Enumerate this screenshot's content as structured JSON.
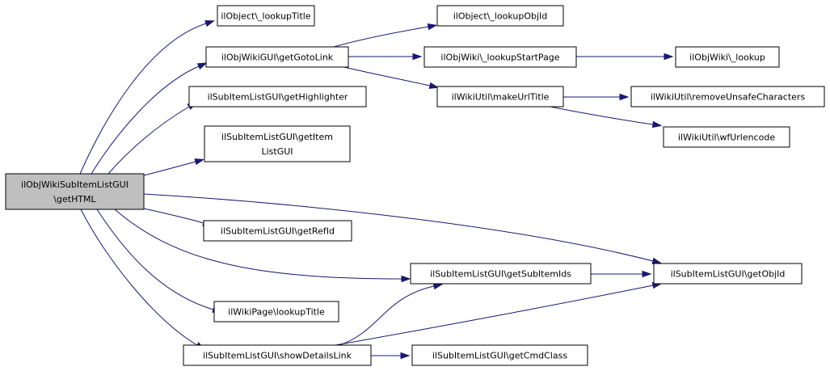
{
  "nodes": [
    {
      "id": "root",
      "lines": [
        "ilObjWikiSubItemListGUI",
        "\\getHTML"
      ],
      "root": true
    },
    {
      "id": "n_lookupTitle",
      "lines": [
        "ilObject\\_lookupTitle"
      ]
    },
    {
      "id": "n_getGotoLink",
      "lines": [
        "ilObjWikiGUI\\getGotoLink"
      ]
    },
    {
      "id": "n_getHighlighter",
      "lines": [
        "ilSubItemListGUI\\getHighlighter"
      ]
    },
    {
      "id": "n_getItemListGUI",
      "lines": [
        "ilSubItemListGUI\\getItem",
        "ListGUI"
      ]
    },
    {
      "id": "n_getRefId",
      "lines": [
        "ilSubItemListGUI\\getRefId"
      ]
    },
    {
      "id": "n_getSubItemIds",
      "lines": [
        "ilSubItemListGUI\\getSubItemIds"
      ]
    },
    {
      "id": "n_pageLookupTitle",
      "lines": [
        "ilWikiPage\\lookupTitle"
      ]
    },
    {
      "id": "n_showDetailsLink",
      "lines": [
        "ilSubItemListGUI\\showDetailsLink"
      ]
    },
    {
      "id": "n_lookupObjId",
      "lines": [
        "ilObject\\_lookupObjId"
      ]
    },
    {
      "id": "n_lookupStartPage",
      "lines": [
        "ilObjWiki\\_lookupStartPage"
      ]
    },
    {
      "id": "n_makeUrlTitle",
      "lines": [
        "ilWikiUtil\\makeUrlTitle"
      ]
    },
    {
      "id": "n_lookup",
      "lines": [
        "ilObjWiki\\_lookup"
      ]
    },
    {
      "id": "n_removeUnsafe",
      "lines": [
        "ilWikiUtil\\removeUnsafeCharacters"
      ]
    },
    {
      "id": "n_wfUrlencode",
      "lines": [
        "ilWikiUtil\\wfUrlencode"
      ]
    },
    {
      "id": "n_getObjId",
      "lines": [
        "ilSubItemListGUI\\getObjId"
      ]
    },
    {
      "id": "n_getCmdClass",
      "lines": [
        "ilSubItemListGUI\\getCmdClass"
      ]
    }
  ],
  "edges": [
    {
      "from": "root",
      "to": "n_lookupTitle"
    },
    {
      "from": "root",
      "to": "n_getGotoLink"
    },
    {
      "from": "root",
      "to": "n_getHighlighter"
    },
    {
      "from": "root",
      "to": "n_getItemListGUI"
    },
    {
      "from": "root",
      "to": "n_getObjId"
    },
    {
      "from": "root",
      "to": "n_getRefId"
    },
    {
      "from": "root",
      "to": "n_getSubItemIds"
    },
    {
      "from": "root",
      "to": "n_pageLookupTitle"
    },
    {
      "from": "root",
      "to": "n_showDetailsLink"
    },
    {
      "from": "n_getGotoLink",
      "to": "n_lookupObjId"
    },
    {
      "from": "n_getGotoLink",
      "to": "n_lookupStartPage"
    },
    {
      "from": "n_getGotoLink",
      "to": "n_makeUrlTitle"
    },
    {
      "from": "n_lookupStartPage",
      "to": "n_lookup"
    },
    {
      "from": "n_makeUrlTitle",
      "to": "n_removeUnsafe"
    },
    {
      "from": "n_makeUrlTitle",
      "to": "n_wfUrlencode"
    },
    {
      "from": "n_getSubItemIds",
      "to": "n_getObjId"
    },
    {
      "from": "n_showDetailsLink",
      "to": "n_getSubItemIds"
    },
    {
      "from": "n_showDetailsLink",
      "to": "n_getObjId"
    },
    {
      "from": "n_showDetailsLink",
      "to": "n_getCmdClass"
    }
  ]
}
